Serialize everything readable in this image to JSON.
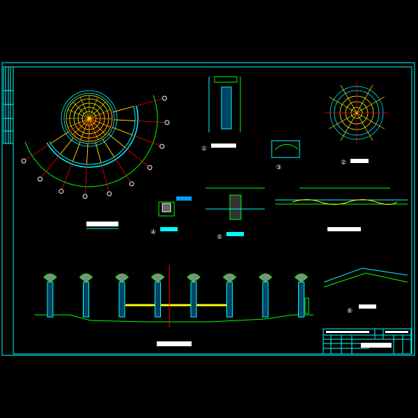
{
  "drawing": {
    "background": "#000000",
    "frame_color": "#00ffff",
    "colors": {
      "cyan": "#00ffff",
      "green": "#00ff00",
      "yellow": "#ffff00",
      "red": "#ff0000",
      "white": "#ffffff",
      "blue": "#00a0ff"
    },
    "detail_markers": [
      "①",
      "②",
      "③",
      "④",
      "⑤",
      "⑥"
    ],
    "plan_radial_lines": 10,
    "elevation_columns": 8
  }
}
